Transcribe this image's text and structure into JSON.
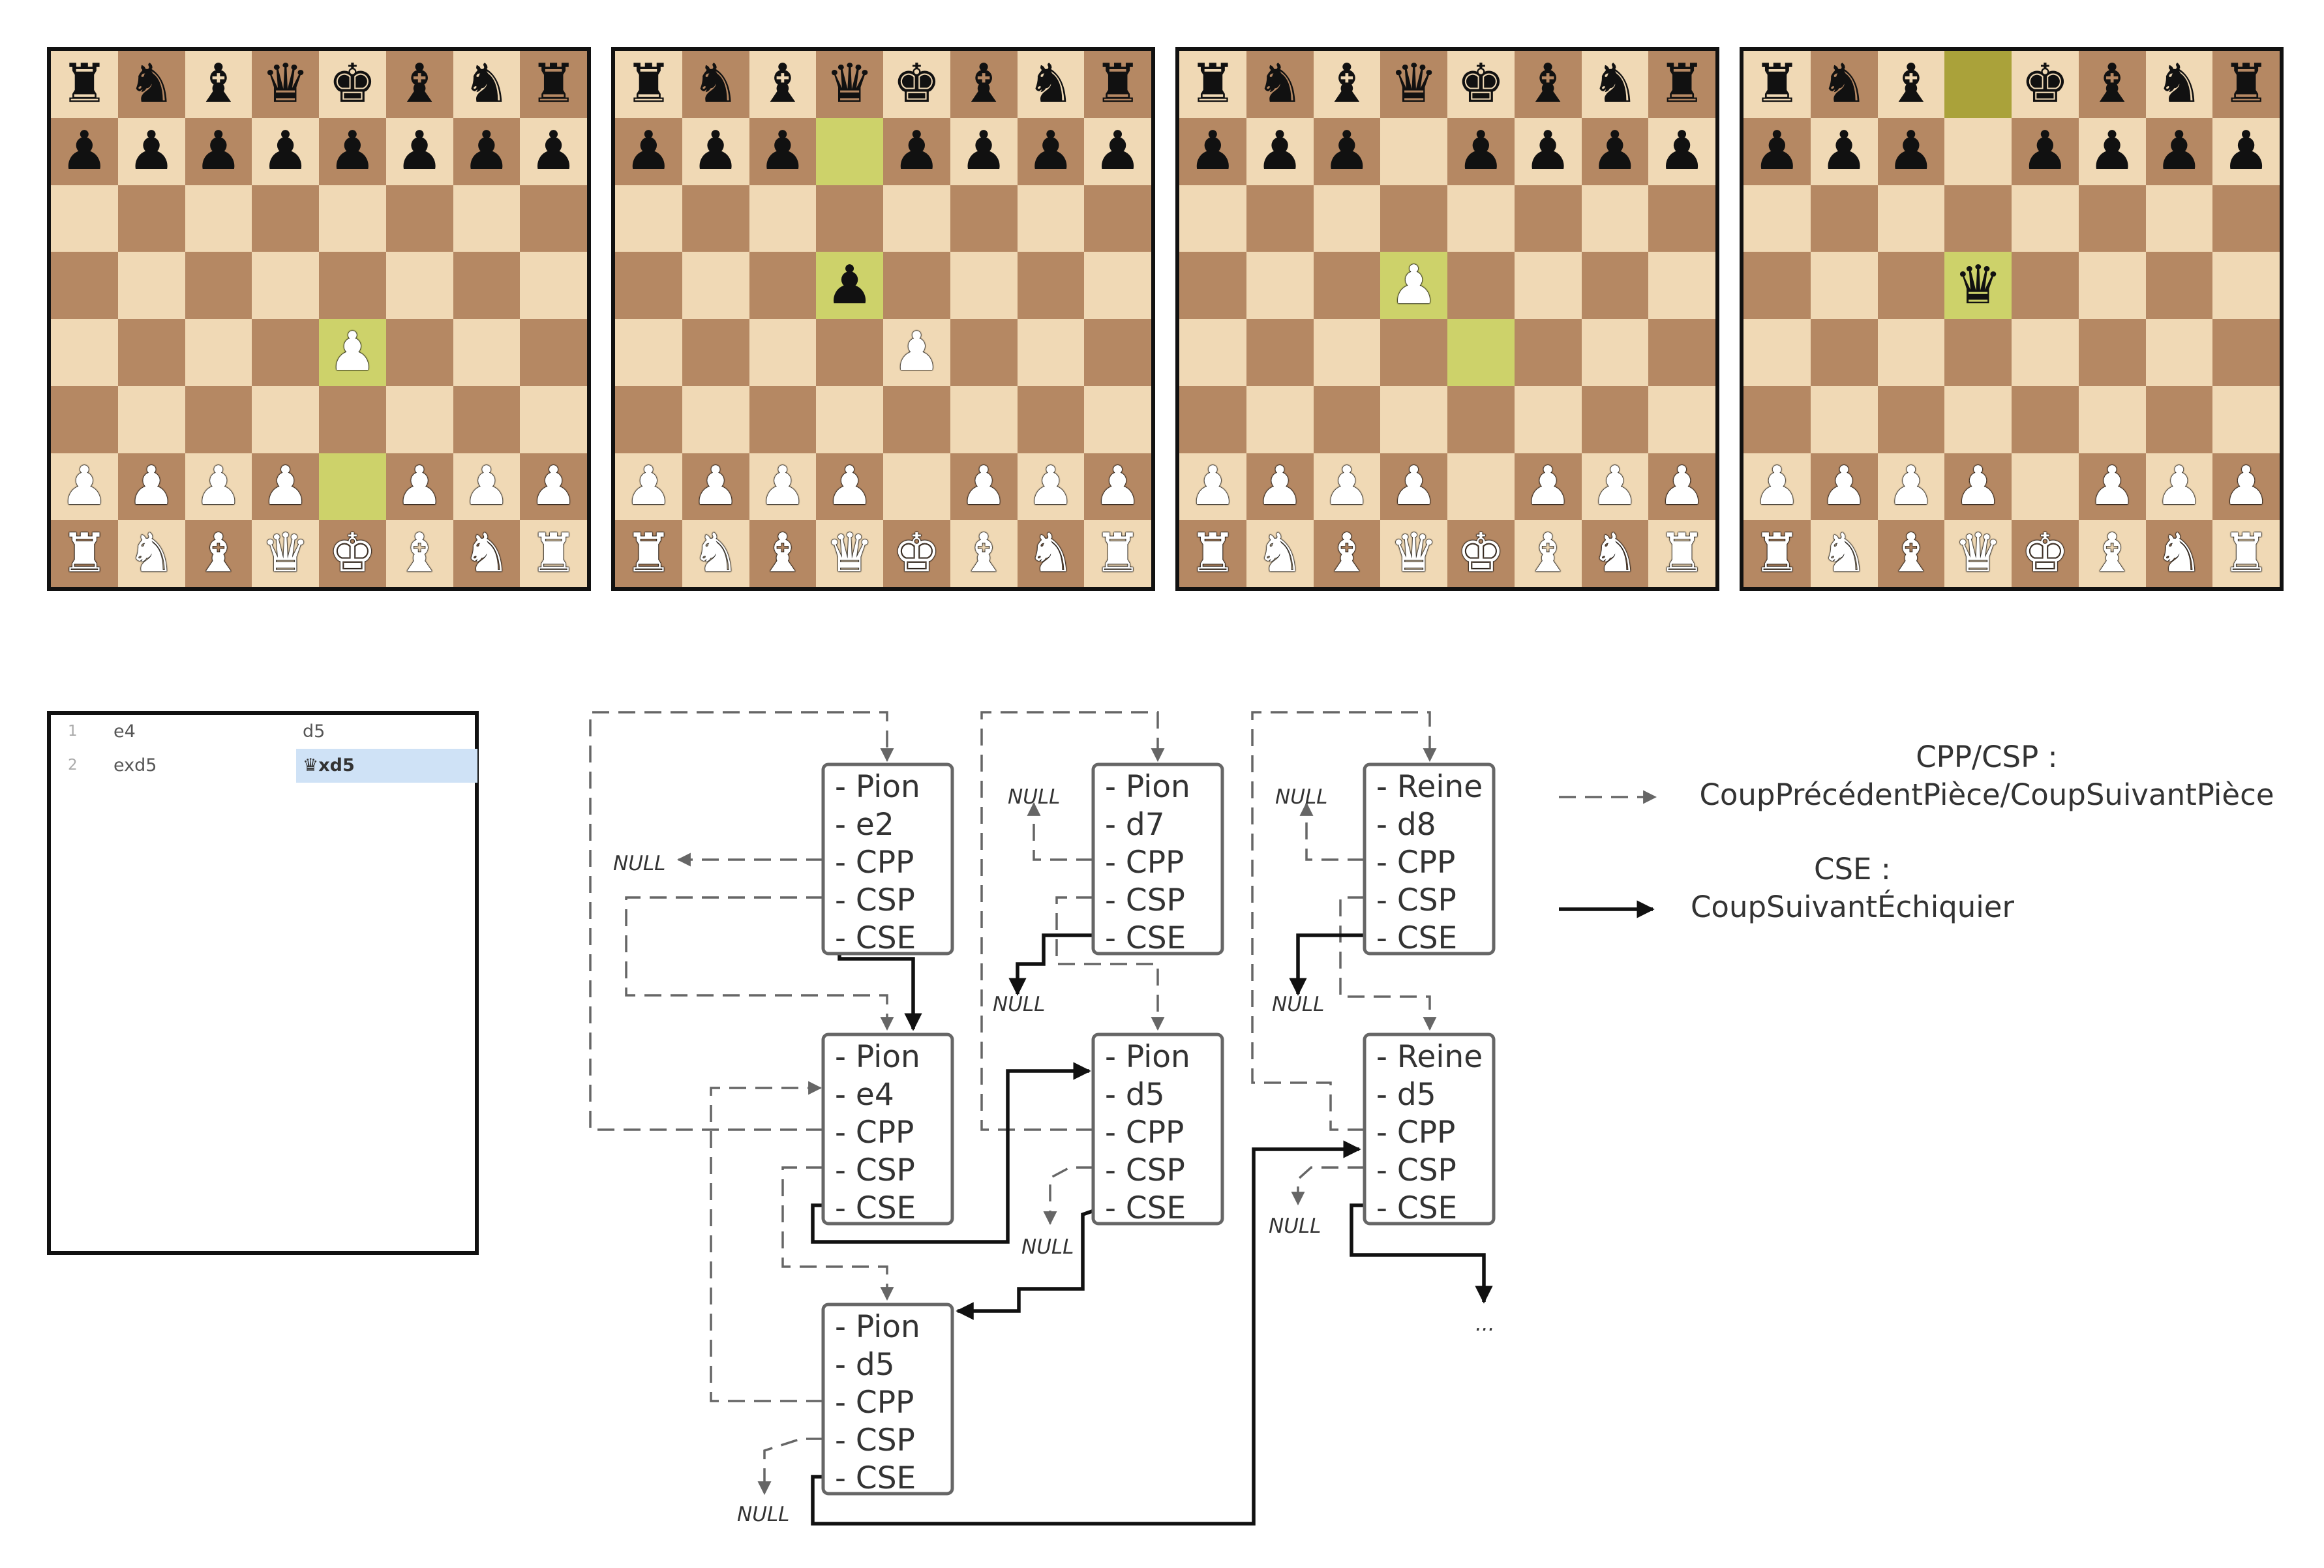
{
  "boards": [
    {
      "name": "board-1",
      "rows": [
        "rnbqkbnr",
        "pppppppp",
        "........",
        "........",
        "....P...",
        "........",
        "PPPP.PPP",
        "RNBQKBNR"
      ],
      "highlights": [
        "e2",
        "e4"
      ]
    },
    {
      "name": "board-2",
      "rows": [
        "rnbqkbnr",
        "ppp.pppp",
        "........",
        "...p....",
        "....P...",
        "........",
        "PPPP.PPP",
        "RNBQKBNR"
      ],
      "highlights": [
        "d7",
        "d5"
      ]
    },
    {
      "name": "board-3",
      "rows": [
        "rnbqkbnr",
        "ppp.pppp",
        "........",
        "...P....",
        "........",
        "........",
        "PPPP.PPP",
        "RNBQKBNR"
      ],
      "highlights": [
        "e4",
        "d5"
      ]
    },
    {
      "name": "board-4",
      "rows": [
        "rnb.kbnr",
        "ppp.pppp",
        "........",
        "...q....",
        "........",
        "........",
        "PPPP.PPP",
        "RNBQKBNR"
      ],
      "highlights": [
        "d8",
        "d5"
      ]
    }
  ],
  "moves": [
    {
      "number": "1",
      "white": "e4",
      "black": "d5",
      "selected": false
    },
    {
      "number": "2",
      "white": "exd5",
      "black": "♛xd5",
      "selected": true
    }
  ],
  "nodes": {
    "pion_e2": {
      "lines": [
        "- Pion",
        "- e2",
        "- CPP",
        "- CSP",
        "- CSE"
      ]
    },
    "pion_e4": {
      "lines": [
        "- Pion",
        "- e4",
        "- CPP",
        "- CSP",
        "- CSE"
      ]
    },
    "pion_d5w": {
      "lines": [
        "- Pion",
        "- d5",
        "- CPP",
        "- CSP",
        "- CSE"
      ]
    },
    "pion_d7": {
      "lines": [
        "- Pion",
        "- d7",
        "- CPP",
        "- CSP",
        "- CSE"
      ]
    },
    "pion_d5b": {
      "lines": [
        "- Pion",
        "- d5",
        "- CPP",
        "- CSP",
        "- CSE"
      ]
    },
    "reine_d8": {
      "lines": [
        "- Reine",
        "- d8",
        "- CPP",
        "- CSP",
        "- CSE"
      ]
    },
    "reine_d5": {
      "lines": [
        "- Reine",
        "- d5",
        "- CPP",
        "- CSP",
        "- CSE"
      ]
    }
  },
  "null_label": "NULL",
  "ellipsis": "...",
  "legend": {
    "dashed_title": "CPP/CSP :",
    "dashed_desc": "CoupPrécédentPièce/CoupSuivantPièce",
    "solid_title": "CSE :",
    "solid_desc": "CoupSuivantÉchiquier"
  },
  "colors": {
    "light_square": "#f0d9b5",
    "dark_square": "#b58863",
    "highlight_light": "#cdd26a",
    "highlight_dark": "#aaa23a",
    "selected_move": "#cfe2f6"
  }
}
